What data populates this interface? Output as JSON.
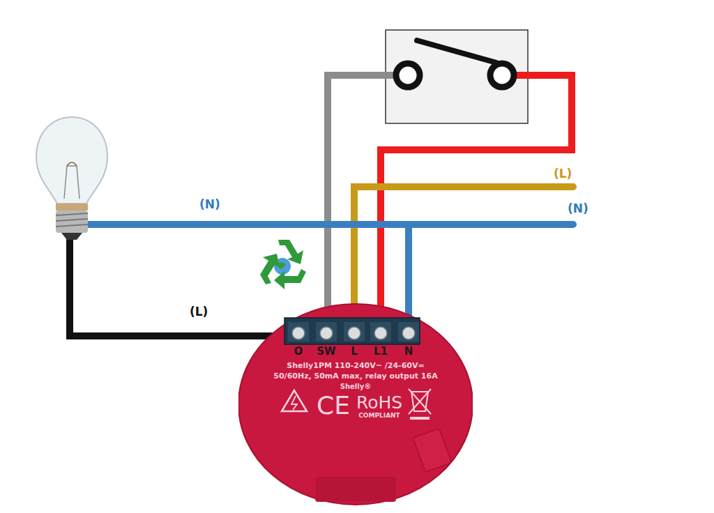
{
  "diagram": {
    "nodes": [
      {
        "text": [
          "O",
          "SW",
          "L",
          "L1",
          "N",
          "Shelly1PM 110-240V~ /24-60V=",
          "50/60Hz, 50mA max, relay output 16A",
          "Shelly®",
          "CE",
          "RoHS",
          "COMPLIANT"
        ]
      }
    ],
    "labels": [
      "(N)",
      "(L)",
      "(N)",
      "(L)"
    ]
  }
}
